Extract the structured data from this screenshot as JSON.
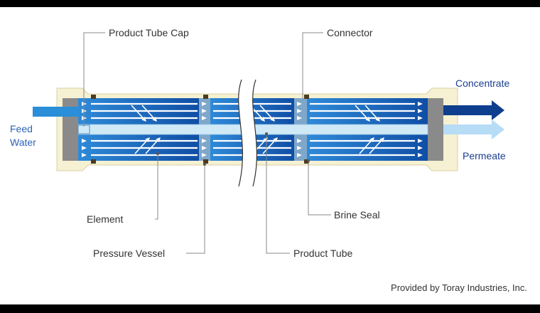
{
  "labels": {
    "product_tube_cap": "Product Tube Cap",
    "connector": "Connector",
    "concentrate": "Concentrate",
    "permeate": "Permeate",
    "feed_line1": "Feed",
    "feed_line2": "Water",
    "element": "Element",
    "brine_seal": "Brine Seal",
    "pressure_vessel": "Pressure Vessel",
    "product_tube": "Product Tube"
  },
  "credit": "Provided by Toray Industries, Inc.",
  "colors": {
    "vessel_shell": "#f6f1d2",
    "membrane_dark": "#1c5db0",
    "membrane_light": "#5fb0e6",
    "concentrate_arrow": "#0d3f8e",
    "permeate_arrow": "#b6dcf6",
    "feed_arrow": "#2a8fd8",
    "end_plug": "#8a8a8a"
  }
}
